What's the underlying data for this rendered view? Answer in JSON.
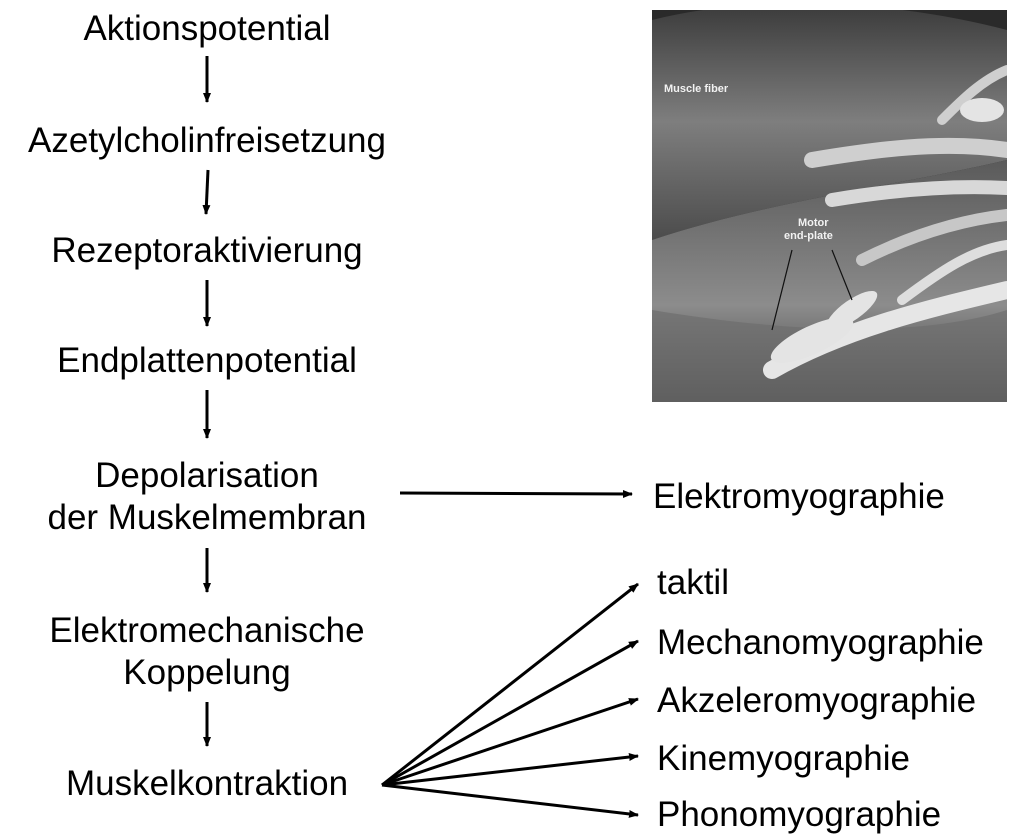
{
  "steps": {
    "s1": "Aktionspotential",
    "s2": "Azetylcholinfreisetzung",
    "s3": "Rezeptoraktivierung",
    "s4": "Endplattenpotential",
    "s5_line1": "Depolarisation",
    "s5_line2": "der Muskelmembran",
    "s6_line1": "Elektromechanische",
    "s6_line2": "Koppelung",
    "s7": "Muskelkontraktion"
  },
  "methods": {
    "emg": "Elektromyographie",
    "taktil": "taktil",
    "mechano": "Mechanomyographie",
    "akzelero": "Akzeleromyographie",
    "kinemyo": "Kinemyographie",
    "phono": "Phonomyographie"
  },
  "photo": {
    "caption_fiber": "Muscle fiber",
    "caption_motor": "Motor",
    "caption_endplate": "end-plate"
  }
}
